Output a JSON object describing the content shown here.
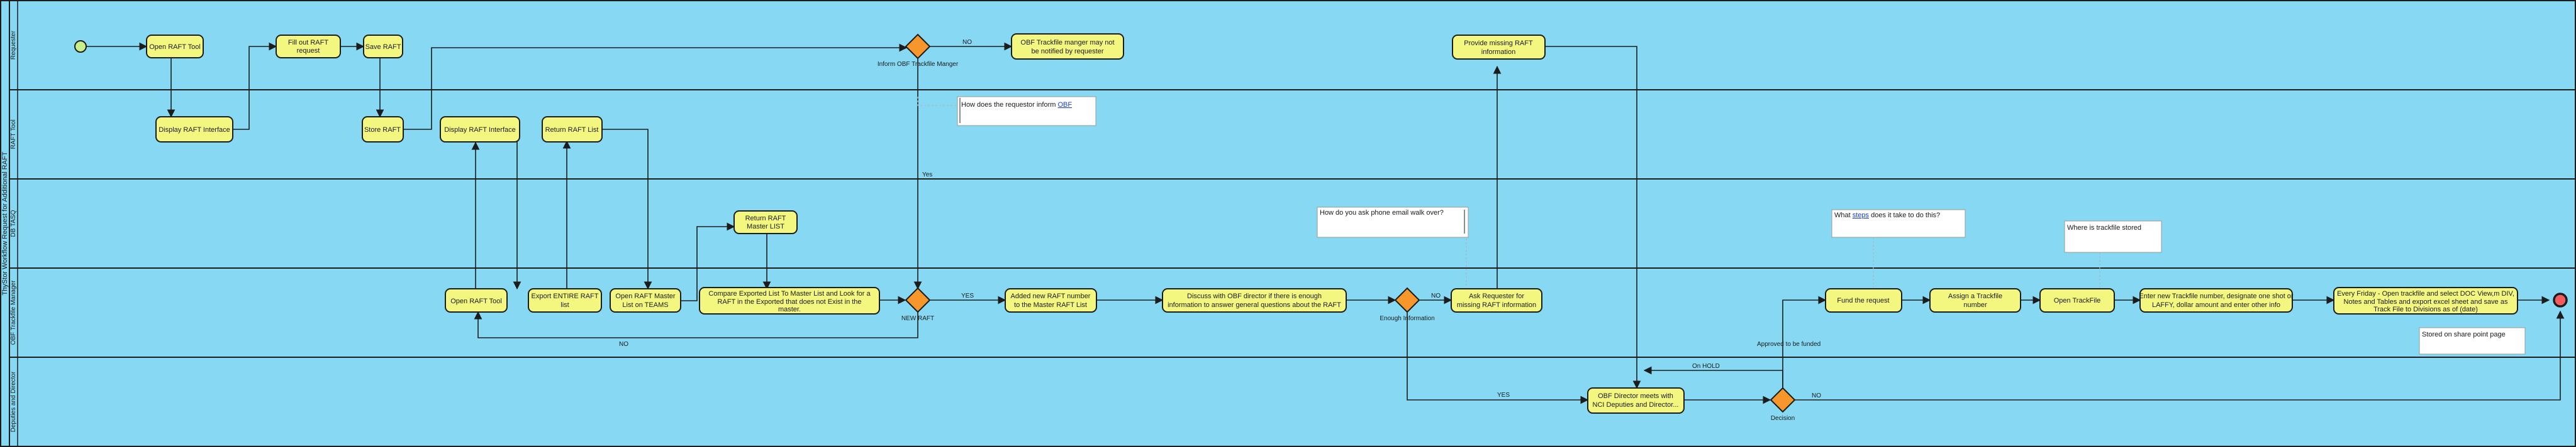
{
  "diagram": {
    "pool_label": "ThyStor Workflow Request for Additional RAFT",
    "lanes": [
      "Requester",
      "RAFT Tool",
      "DB TASQ",
      "OBF Trackfile Manager",
      "Deputies and Director"
    ]
  },
  "tasks": {
    "open_raft_tool": "Open RAFT Tool",
    "fill_out_raft": [
      "Fill out RAFT",
      "request"
    ],
    "save_raft": "Save RAFT",
    "trackfile_manager_notify": [
      "OBF Trackfile manger may not",
      "be notified by requester"
    ],
    "provide_missing_raft": [
      "Provide missing RAFT",
      "information"
    ],
    "display_raft_interface_1": "Display RAFT Interface",
    "store_raft": "Store RAFT",
    "display_raft_interface_2": "Display RAFT Interface",
    "return_raft_list_1": "Return RAFT List",
    "return_raft_master_list": [
      "Return RAFT",
      "Master LIST"
    ],
    "open_raft_tool_mgr": "Open RAFT Tool",
    "export_entire_list": [
      "Export ENTIRE RAFT",
      "list"
    ],
    "open_master_list": [
      "Open RAFT  Master",
      "List on TEAMS"
    ],
    "compare_exported_list": [
      "Compare Exported List To Master List and Look for a",
      "RAFT in the Exported that does not Exist in the",
      "master."
    ],
    "added_new_raft": [
      "Added new RAFT number",
      "to the Master RAFT List"
    ],
    "discuss_obf_director": [
      "Discuss with OBF director if there is enough",
      "information to answer general questions about the RAFT"
    ],
    "ask_requester": [
      "Ask Requester for",
      "missing RAFT information"
    ],
    "fund_request": "Fund the request",
    "assign_trackfile": [
      "Assign a Trackfile",
      "number"
    ],
    "open_trackfile": "Open TrackFile",
    "enter_trackfile": [
      "Enter new Trackfile number, designate one shot or",
      "LAFFY, dollar amount and enter other info"
    ],
    "every_friday": [
      "Every Friday - Open trackfile and select DOC View,m DIV,",
      "Notes and Tables and export excel sheet and save as",
      "Track File to Divisions as of (date)"
    ],
    "obf_director_meets": [
      "OBF Director meets with",
      "NCI Deputies and Director..."
    ]
  },
  "gateways": {
    "inform_manager": "Inform OBF Trackfile Manger",
    "new_raft": "NEW RAFT",
    "enough_information": "Enough Information",
    "decision": "Decision"
  },
  "edge_labels": {
    "no_1": "NO",
    "yes_1": "Yes",
    "yes_2": "YES",
    "no_2": "NO",
    "no_3": "NO",
    "yes_3": "YES",
    "on_hold": "On HOLD",
    "approved": "Approved to be funded",
    "no_4": "NO"
  },
  "notes": {
    "inform_how_prefix": "How does the requestor inform ",
    "inform_how_link": "OBF",
    "phone_email": "How do you ask phone email walk over?",
    "steps_prefix": "What ",
    "steps_link": "steps",
    "steps_suffix": " does it take to do this?",
    "trackfile_stored": "Where is trackfile stored",
    "stored_share_point": "Stored on share point page"
  }
}
